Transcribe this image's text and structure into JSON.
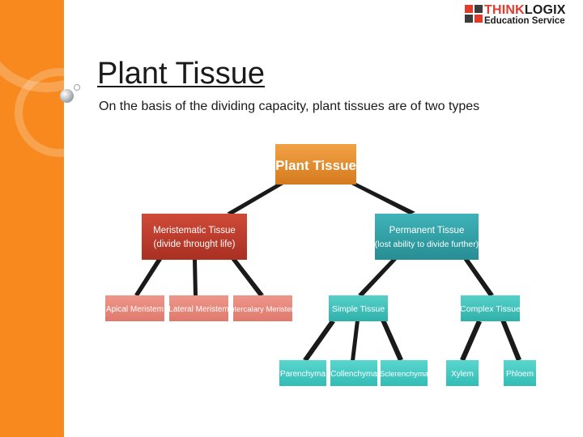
{
  "logo": {
    "name_part1": "THINK",
    "name_part2": "LOGIX",
    "tagline": "Education Service"
  },
  "slide": {
    "title": "Plant Tissue",
    "subtitle": "On the basis of the dividing capacity, plant tissues are of two types"
  },
  "diagram": {
    "root": {
      "label": "Plant Tissue"
    },
    "meristematic": {
      "line1": "Meristematic Tissue",
      "line2": "(divide throught life)",
      "children": [
        "Apical Meristem",
        "Lateral Meristem",
        "Intercalary Meristem"
      ]
    },
    "permanent": {
      "line1": "Permanent Tissue",
      "line2": "(lost ability to divide further)"
    },
    "simple": {
      "label": "Simple Tissue",
      "children": [
        "Parenchyma",
        "Collenchyma",
        "Sclerenchyma"
      ]
    },
    "complex": {
      "label": "Complex Tissue",
      "children": [
        "Xylem",
        "Phloem"
      ]
    }
  },
  "colors": {
    "sidebar": "#f7891f",
    "root_box": "#e08a2a",
    "meristematic_box": "#c03a2b",
    "meristem_child_box": "#e8867a",
    "permanent_box": "#2e9fa6",
    "simple_complex_box": "#3bbcb6",
    "leaf_box": "#3ec7c0"
  }
}
